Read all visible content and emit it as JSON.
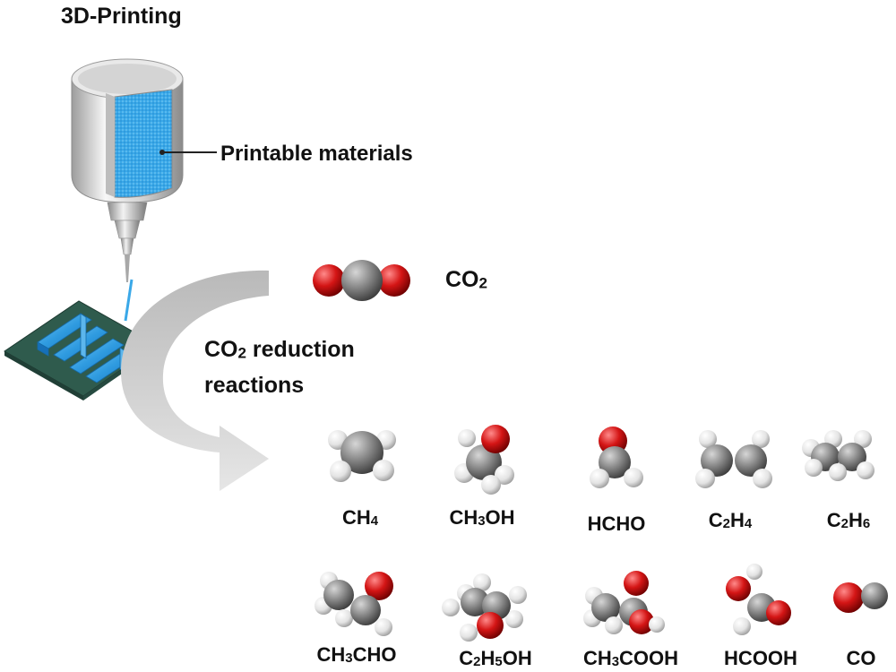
{
  "title": "3D-Printing",
  "printer": {
    "material_label": "Printable materials"
  },
  "reactant": {
    "formula": "CO2"
  },
  "process": {
    "line1": "CO2 reduction",
    "line2": "reactions"
  },
  "products": [
    {
      "formula": "CH4"
    },
    {
      "formula": "CH3OH"
    },
    {
      "formula": "HCHO"
    },
    {
      "formula": "C2H4"
    },
    {
      "formula": "C2H6"
    },
    {
      "formula": "CH3CHO"
    },
    {
      "formula": "C2H5OH"
    },
    {
      "formula": "CH3COOH"
    },
    {
      "formula": "HCOOH"
    },
    {
      "formula": "CO"
    }
  ],
  "colors": {
    "carbon": "#7d7d7d",
    "oxygen": "#d41515",
    "hydrogen": "#e9e9e9",
    "print_material": "#3aa8e8",
    "substrate": "#3f6f5f",
    "arrow": "#cfcfcf"
  }
}
